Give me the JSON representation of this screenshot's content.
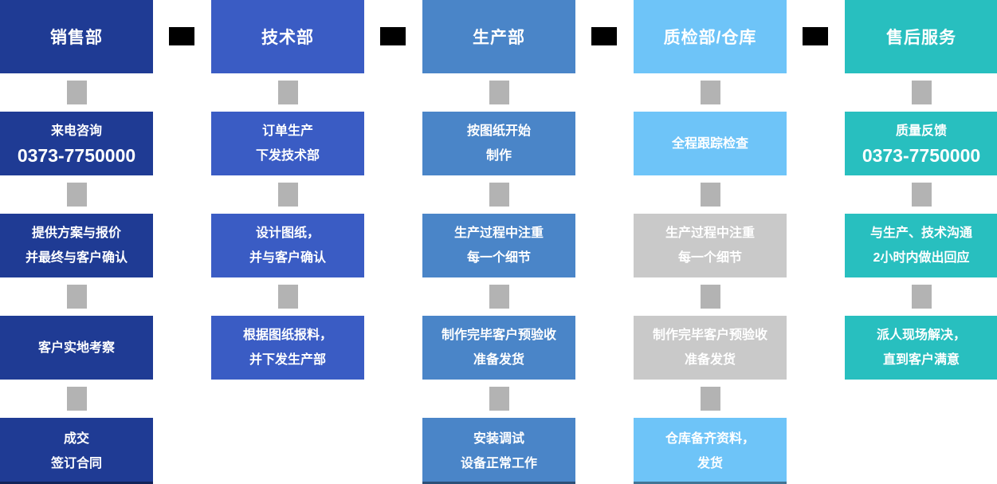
{
  "connector_color": "#b3b3b3",
  "link_color": "#000000",
  "columns": [
    {
      "header": "销售部",
      "color": "#1f3b94",
      "boxes": [
        {
          "line1": "来电咨询",
          "line2": "0373-7750000",
          "color": "#1f3b94"
        },
        {
          "line1": "提供方案与报价",
          "line2": "并最终与客户确认",
          "color": "#1f3b94"
        },
        {
          "line1": "客户实地考察",
          "color": "#1f3b94"
        },
        {
          "line1": "成交",
          "line2": "签订合同",
          "color": "#1f3b94"
        }
      ]
    },
    {
      "header": "技术部",
      "color": "#3a5cc4",
      "boxes": [
        {
          "line1": "订单生产",
          "line2": "下发技术部",
          "color": "#3a5cc4"
        },
        {
          "line1": "设计图纸，",
          "line2": "并与客户确认",
          "color": "#3a5cc4"
        },
        {
          "line1": "根据图纸报料，",
          "line2": "并下发生产部",
          "color": "#3a5cc4"
        }
      ]
    },
    {
      "header": "生产部",
      "color": "#4a85c8",
      "boxes": [
        {
          "line1": "按图纸开始",
          "line2": "制作",
          "color": "#4a85c8"
        },
        {
          "line1": "生产过程中注重",
          "line2": "每一个细节",
          "color": "#4a85c8"
        },
        {
          "line1": "制作完毕客户预验收",
          "line2": "准备发货",
          "color": "#4a85c8"
        },
        {
          "line1": "安装调试",
          "line2": "设备正常工作",
          "color": "#4a85c8"
        }
      ]
    },
    {
      "header": "质检部/仓库",
      "color": "#6ec4f8",
      "boxes": [
        {
          "line1": "全程跟踪检查",
          "color": "#6ec4f8"
        },
        {
          "line1": "生产过程中注重",
          "line2": "每一个细节",
          "color": "#c9c9c9"
        },
        {
          "line1": "制作完毕客户预验收",
          "line2": "准备发货",
          "color": "#c9c9c9"
        },
        {
          "line1": "仓库备齐资料，",
          "line2": "发货",
          "color": "#6ec4f8"
        }
      ]
    },
    {
      "header": "售后服务",
      "color": "#28bfbf",
      "boxes": [
        {
          "line1": "质量反馈",
          "line2": "0373-7750000",
          "color": "#28bfbf"
        },
        {
          "line1": "与生产、技术沟通",
          "line2": "2小时内做出回应",
          "color": "#28bfbf"
        },
        {
          "line1": "派人现场解决，",
          "line2": "直到客户满意",
          "color": "#28bfbf"
        }
      ]
    }
  ]
}
